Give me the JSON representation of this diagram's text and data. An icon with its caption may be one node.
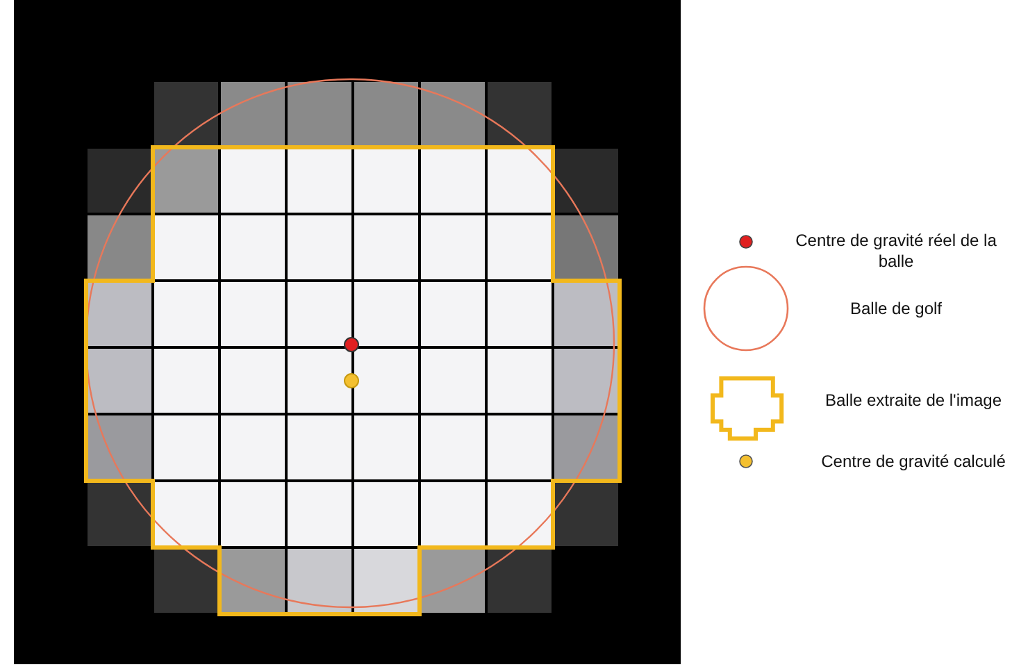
{
  "diagram": {
    "legend": [
      {
        "text": "Centre de gravité réel de la balle"
      },
      {
        "text": "Balle de golf"
      },
      {
        "text": "Balle extraite de l'image"
      },
      {
        "text": "Centre de gravité calculé"
      }
    ]
  }
}
